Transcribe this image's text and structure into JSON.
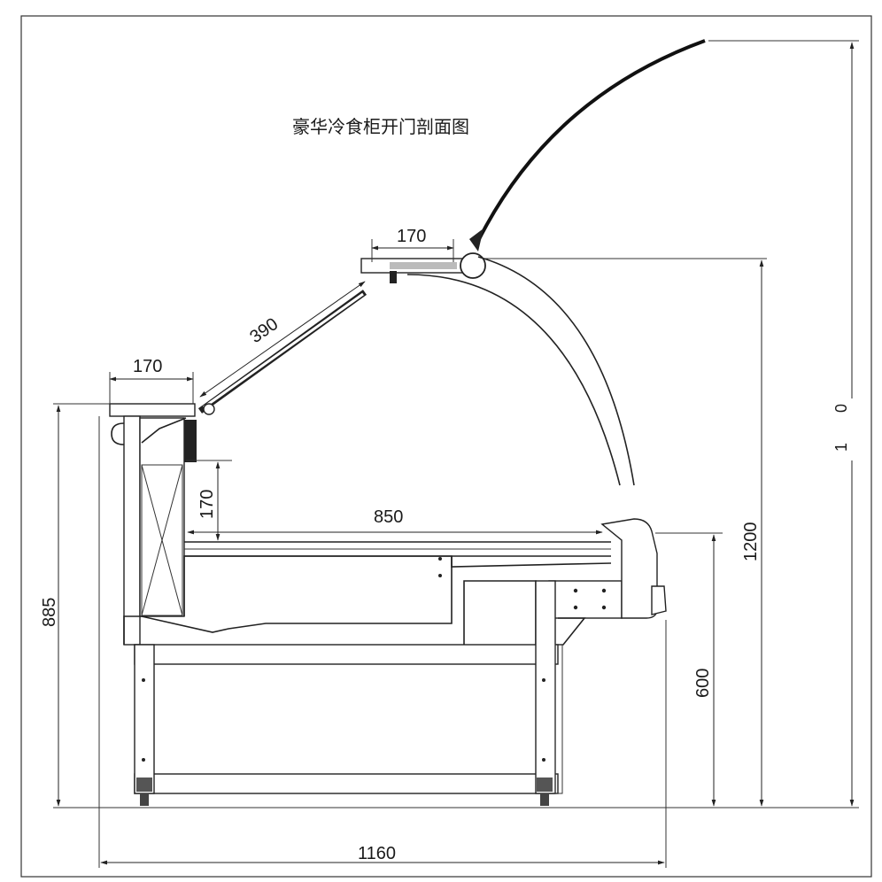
{
  "title": "豪华冷食柜开门剖面图",
  "dimensions": {
    "top_width": "170",
    "rear_top_width": "170",
    "glass_length": "390",
    "inner_height": "170",
    "depth": "850",
    "total_height": "1200",
    "open_height_partial": "1",
    "open_height_partial2": "0",
    "counter_height": "885",
    "deck_height": "600",
    "total_width": "1160"
  }
}
